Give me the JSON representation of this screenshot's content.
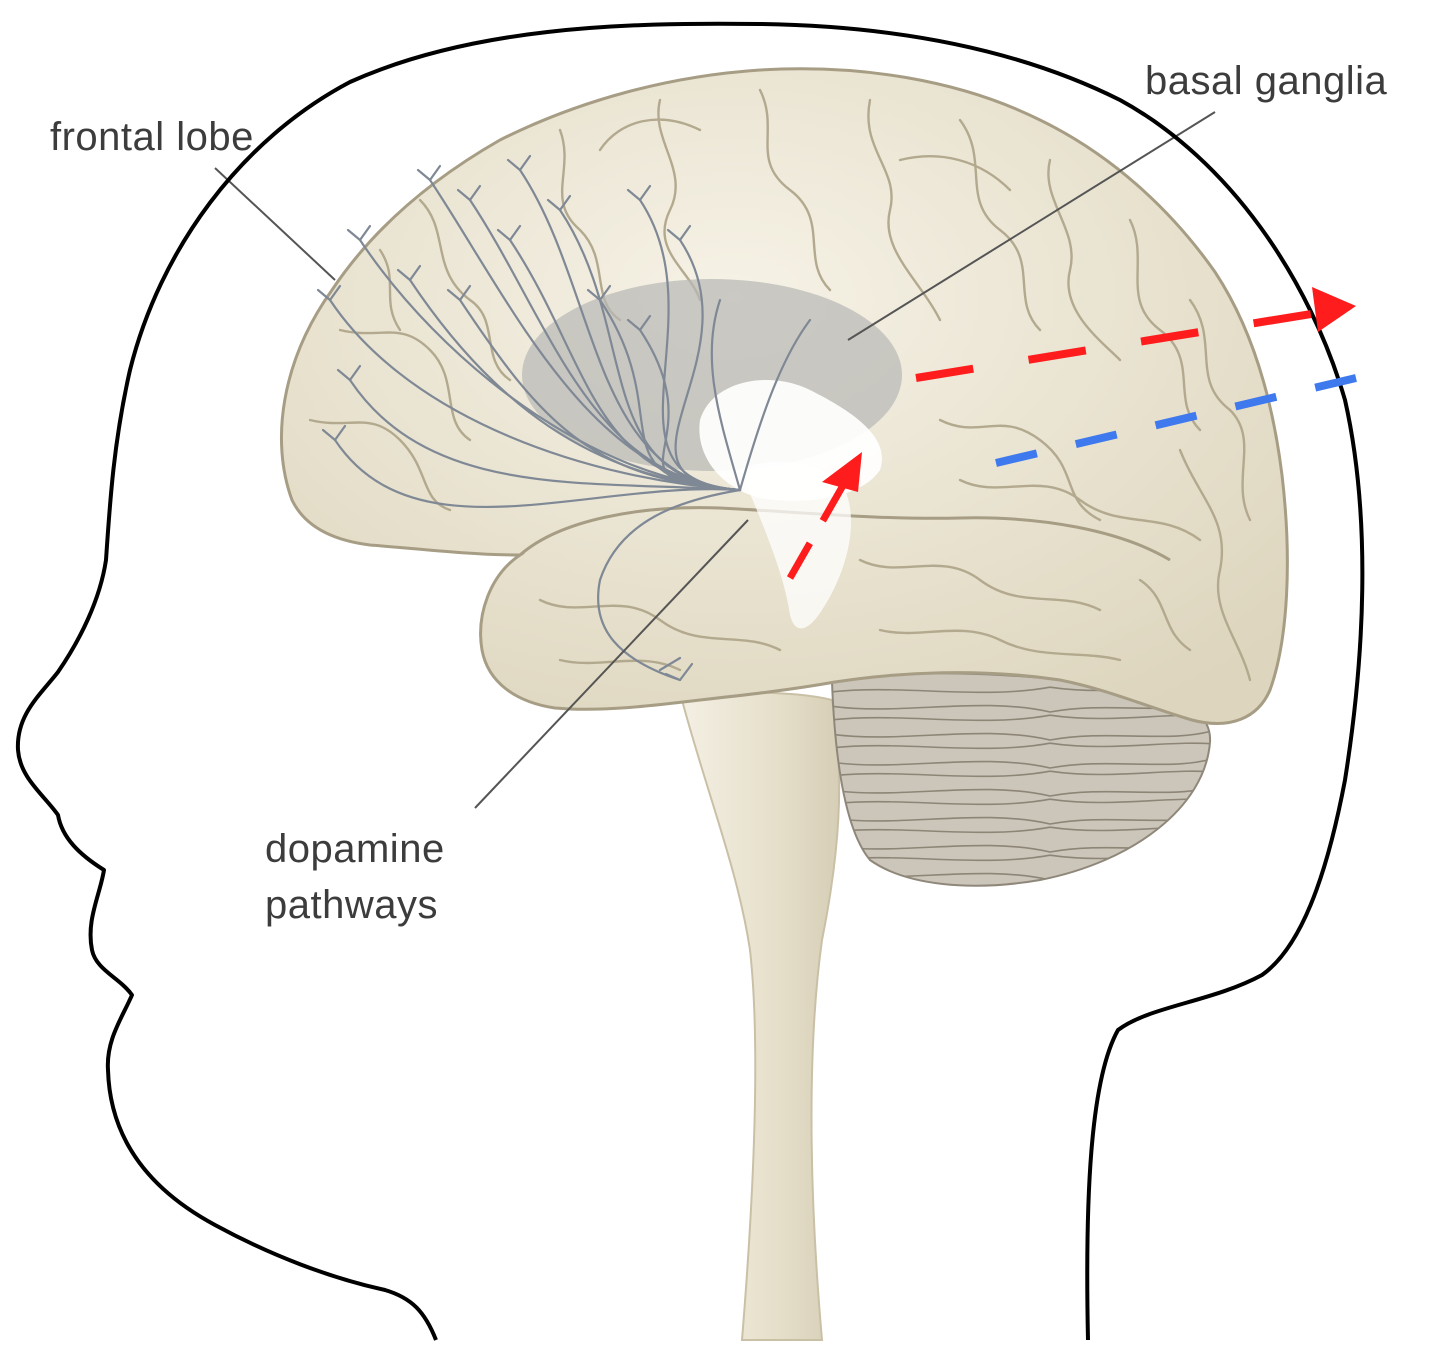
{
  "labels": {
    "frontal_lobe": "frontal lobe",
    "basal_ganglia": "basal ganglia",
    "dopamine_line1": "dopamine",
    "dopamine_line2": "pathways"
  },
  "colors": {
    "brain_fill": "#ece6d4",
    "brain_stroke": "#a69d84",
    "fold": "#b5ab91",
    "basal_ganglia": "#bdbdb9",
    "cerebellum": "#bdb6ab",
    "stem": "#ede8d8",
    "head_outline": "#000000",
    "pathway": "#7f8895",
    "arrow_red": "#ff1c1c",
    "arrow_blue": "#3f79ee",
    "label_text": "#3c3c3c"
  }
}
